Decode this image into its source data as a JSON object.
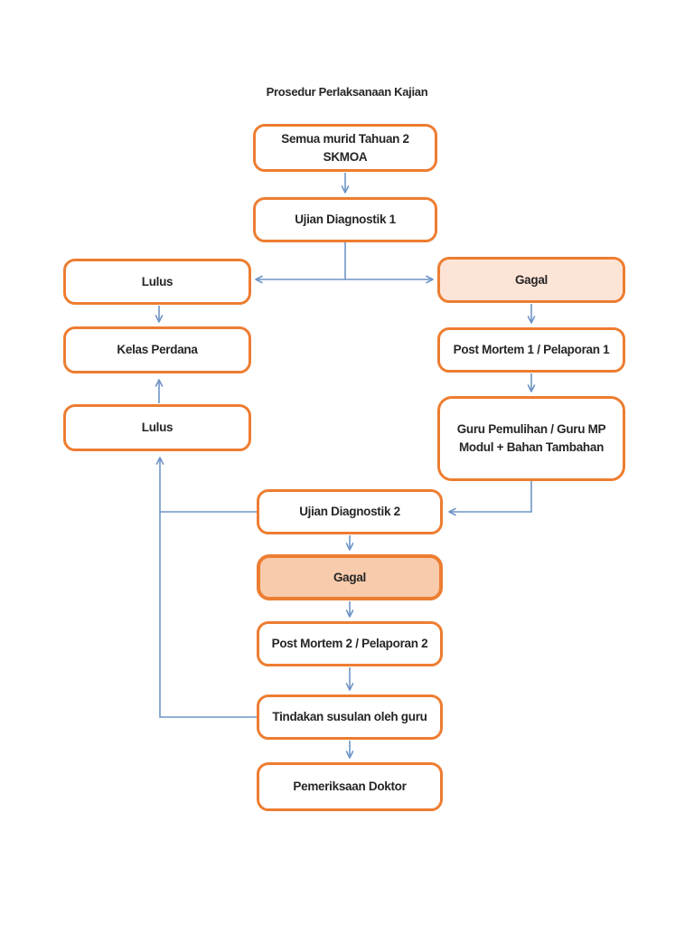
{
  "page": {
    "title": "Prosedur Perlaksanaan Kajian"
  },
  "colors": {
    "node_border": "#ED7D31",
    "node_fill": "#FFFFFF",
    "highlight_light": "#FCE4D6",
    "highlight_dark": "#F8CBAD",
    "connector": "#6E94C6",
    "text": "#262626",
    "page_bg": "#FFFFFF"
  },
  "diagram": {
    "type": "flowchart",
    "nodes": [
      {
        "id": "semua-murid",
        "label": "Semua murid Tahuan 2 SKMOA",
        "variant": "plain"
      },
      {
        "id": "ujian-diagnostik-1",
        "label": "Ujian Diagnostik 1",
        "variant": "plain"
      },
      {
        "id": "lulus-1",
        "label": "Lulus",
        "variant": "plain"
      },
      {
        "id": "gagal-1",
        "label": "Gagal",
        "variant": "highlight-light"
      },
      {
        "id": "kelas-perdana",
        "label": "Kelas Perdana",
        "variant": "plain"
      },
      {
        "id": "post-mortem-1",
        "label": "Post Mortem 1 / Pelaporan 1",
        "variant": "plain"
      },
      {
        "id": "lulus-2",
        "label": "Lulus",
        "variant": "plain"
      },
      {
        "id": "guru-pemulihan",
        "label": "Guru Pemulihan / Guru MP Modul + Bahan Tambahan",
        "line1": "Guru Pemulihan / Guru MP",
        "line2": "Modul + Bahan Tambahan",
        "variant": "plain"
      },
      {
        "id": "ujian-diagnostik-2",
        "label": "Ujian Diagnostik 2",
        "variant": "plain"
      },
      {
        "id": "gagal-2",
        "label": "Gagal",
        "variant": "highlight-dark"
      },
      {
        "id": "post-mortem-2",
        "label": "Post Mortem 2 / Pelaporan 2",
        "variant": "plain"
      },
      {
        "id": "tindakan-susulan",
        "label": "Tindakan susulan oleh guru",
        "variant": "plain"
      },
      {
        "id": "pemeriksaan-doktor",
        "label": "Pemeriksaan Doktor",
        "variant": "plain"
      }
    ],
    "edges": [
      {
        "from": "semua-murid",
        "to": "ujian-diagnostik-1"
      },
      {
        "from": "ujian-diagnostik-1",
        "to": "lulus-1"
      },
      {
        "from": "ujian-diagnostik-1",
        "to": "gagal-1"
      },
      {
        "from": "lulus-1",
        "to": "kelas-perdana"
      },
      {
        "from": "gagal-1",
        "to": "post-mortem-1"
      },
      {
        "from": "post-mortem-1",
        "to": "guru-pemulihan"
      },
      {
        "from": "guru-pemulihan",
        "to": "ujian-diagnostik-2"
      },
      {
        "from": "ujian-diagnostik-2",
        "to": "lulus-2"
      },
      {
        "from": "lulus-2",
        "to": "kelas-perdana"
      },
      {
        "from": "ujian-diagnostik-2",
        "to": "gagal-2"
      },
      {
        "from": "gagal-2",
        "to": "post-mortem-2"
      },
      {
        "from": "post-mortem-2",
        "to": "tindakan-susulan"
      },
      {
        "from": "tindakan-susulan",
        "to": "lulus-2"
      },
      {
        "from": "tindakan-susulan",
        "to": "pemeriksaan-doktor"
      }
    ]
  }
}
